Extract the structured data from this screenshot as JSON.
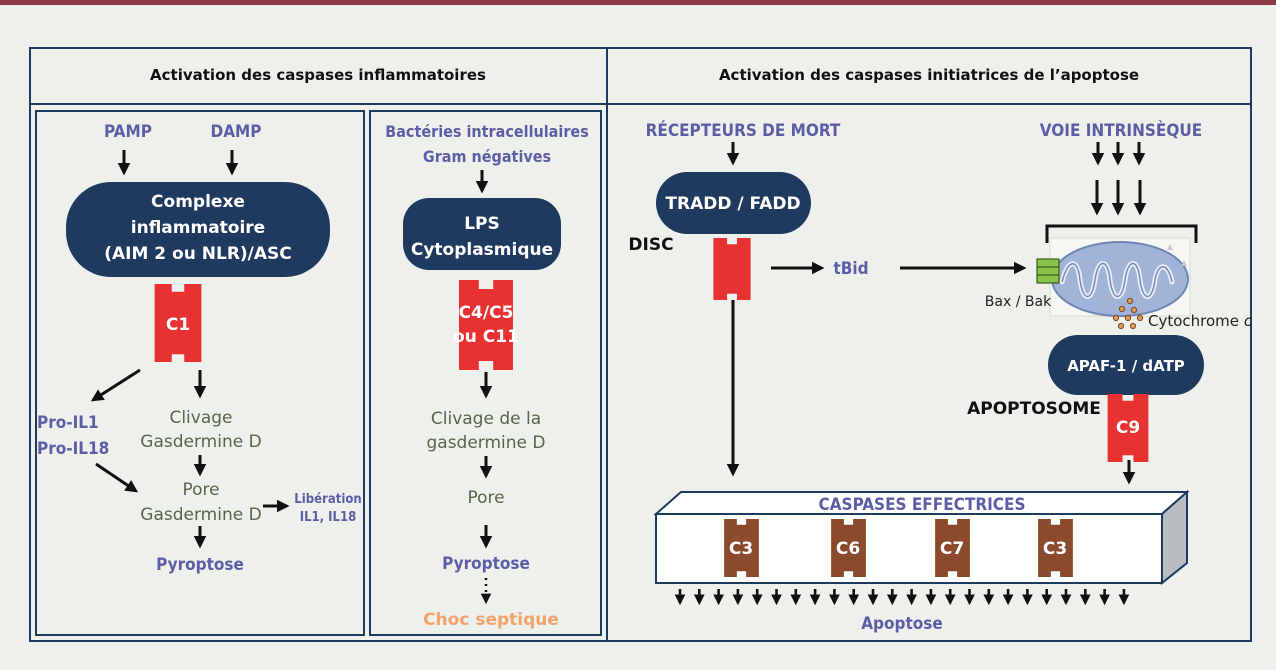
{
  "headers": {
    "left": "Activation des caspases inflammatoires",
    "right": "Activation des caspases initiatrices de l’apoptose"
  },
  "inflammatory": {
    "pamp": "PAMP",
    "damp": "DAMP",
    "complex": [
      "Complexe",
      "inflammatoire",
      "(AIM 2 ou NLR)/ASC"
    ],
    "c1": "C1",
    "pro_il": [
      "Pro-IL1",
      "Pro-IL18"
    ],
    "cleavage": [
      "Clivage",
      "Gasdermine D"
    ],
    "pore": [
      "Pore",
      "Gasdermine D"
    ],
    "release": [
      "Libération",
      "IL1, IL18"
    ],
    "pyroptosis": "Pyroptose"
  },
  "bacterial": {
    "source": [
      "Bactéries intracellulaires",
      "Gram négatives"
    ],
    "lps": [
      "LPS",
      "Cytoplasmique"
    ],
    "caspases": [
      "C4/C5",
      "ou C11"
    ],
    "cleavage": [
      "Clivage de la",
      "gasdermine D"
    ],
    "pore": "Pore",
    "pyroptosis": "Pyroptose",
    "shock": "Choc septique"
  },
  "apoptosis": {
    "death_receptors": "RÉCEPTEURS DE MORT",
    "tradd": "TRADD / FADD",
    "disc": "DISC",
    "tbid": "tBid",
    "intrinsic": "VOIE INTRINSÈQUE",
    "bax": "Bax / Bak",
    "cytochrome": "Cytochrome",
    "cytochrome_c": "c",
    "apaf": "APAF-1 / dATP",
    "apoptosome": "APOPTOSOME",
    "c9": "C9",
    "effectors_title": "CASPASES EFFECTRICES",
    "effectors": [
      "C3",
      "C6",
      "C7",
      "C3"
    ],
    "apoptosis": "Apoptose"
  },
  "colors": {
    "top_bar": "#8b3a46",
    "navy": "#1f3a5f",
    "caspase_red": "#e83232",
    "effector_brown": "#8b4a2b",
    "label_blue": "#5b5ea6",
    "label_green": "#55664a",
    "septic_orange": "#f2a36b",
    "background": "#eef0ec"
  }
}
